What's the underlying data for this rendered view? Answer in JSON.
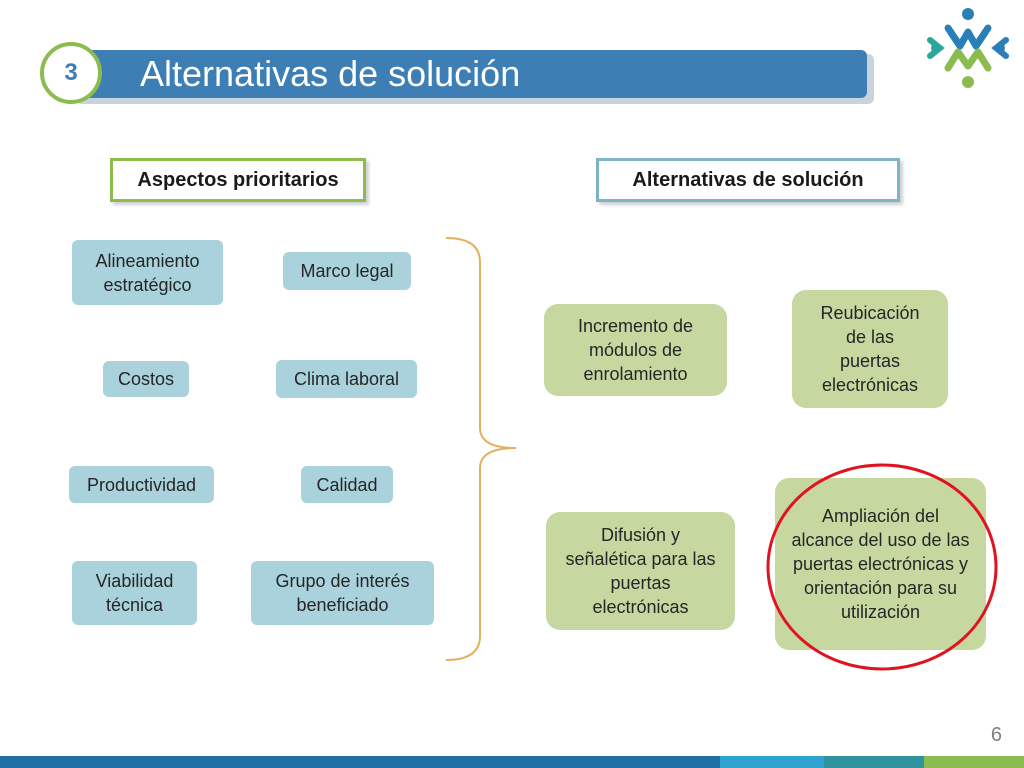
{
  "slide": {
    "number": "3",
    "title": "Alternativas de solución",
    "page_number": "6"
  },
  "headers": {
    "left": "Aspectos prioritarios",
    "right": "Alternativas de solución"
  },
  "aspects": [
    "Alineamiento estratégico",
    "Marco legal",
    "Costos",
    "Clima laboral",
    "Productividad",
    "Calidad",
    "Viabilidad técnica",
    "Grupo de interés beneficiado"
  ],
  "alternatives": [
    "Incremento de módulos de enrolamiento",
    "Reubicación de las puertas electrónicas",
    "Difusión y señalética para las puertas electrónicas",
    "Ampliación del alcance del uso de las puertas electrónicas y orientación para su utilización"
  ],
  "colors": {
    "title_bar": "#3d7fb5",
    "accent_green": "#8cbb50",
    "aspect_box": "#a9d2dc",
    "alternative_box": "#c6d7a0",
    "bracket": "#e3b15d",
    "highlight_circle": "#e0141e"
  },
  "logo": {
    "icon": "people-network-logo"
  }
}
